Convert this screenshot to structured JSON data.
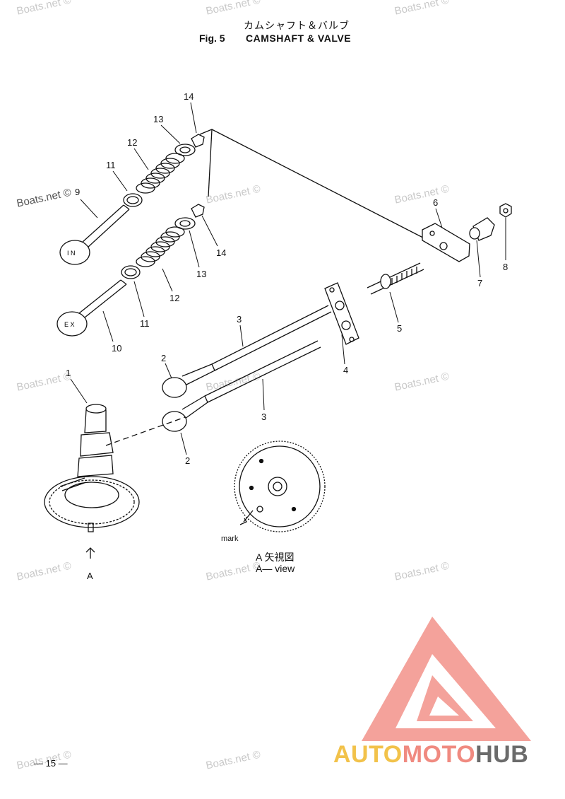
{
  "header": {
    "title_jp": "カムシャフト＆バルブ",
    "fig_number": "Fig. 5",
    "fig_title": "CAMSHAFT & VALVE"
  },
  "callouts": [
    "1",
    "2",
    "2",
    "3",
    "3",
    "4",
    "5",
    "6",
    "7",
    "8",
    "9",
    "10",
    "11",
    "11",
    "12",
    "12",
    "13",
    "13",
    "14",
    "14",
    "A"
  ],
  "valve_labels": {
    "intake": "I N",
    "exhaust": "E X"
  },
  "view": {
    "mark_label": "mark",
    "caption_jp": "A 矢視図",
    "caption_en": "A— view"
  },
  "watermark": "Boats.net ©",
  "page_number": "— 15 —",
  "logo": {
    "part1": "AUTO",
    "part2": "MOTO",
    "part3": "HUB"
  },
  "colors": {
    "logo_red": "#f0928a",
    "logo_yellow": "#f2c24a",
    "logo_gray": "#6b6b6b",
    "watermark": "#c9c9c9"
  }
}
